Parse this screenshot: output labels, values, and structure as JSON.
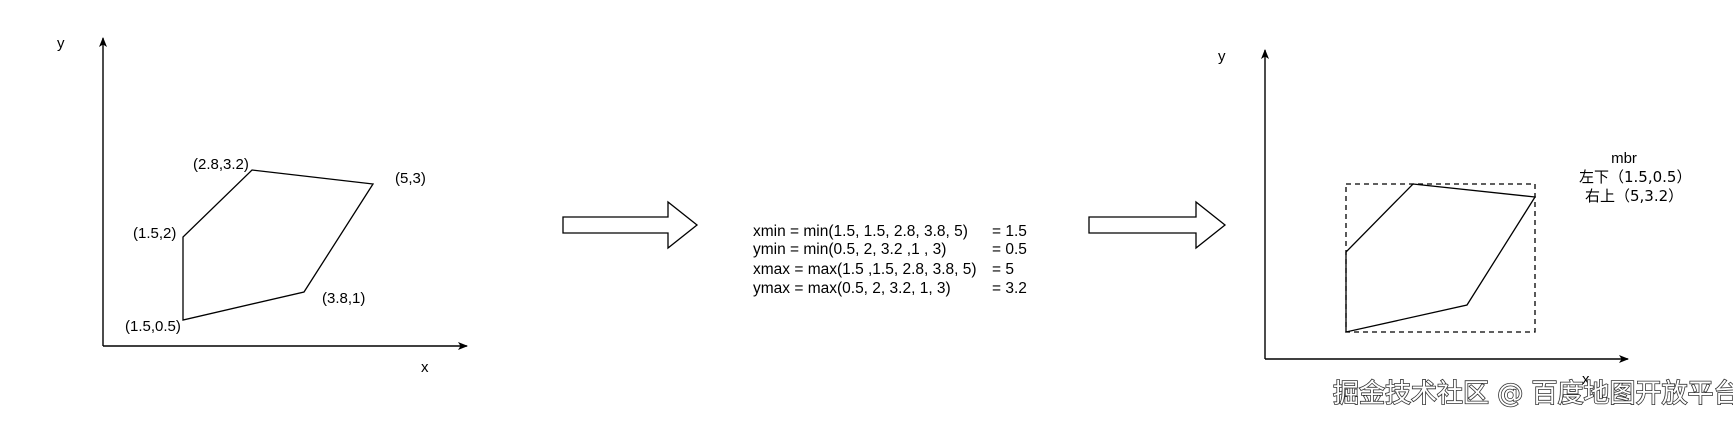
{
  "left_plot": {
    "y_axis_label": "y",
    "x_axis_label": "x",
    "point_labels": [
      "(2.8,3.2)",
      "(5,3)",
      "(1.5,2)",
      "(3.8,1)",
      "(1.5,0.5)"
    ]
  },
  "calculation": {
    "lines": [
      {
        "expr": "xmin = min(1.5, 1.5, 2.8, 3.8, 5)",
        "result": "= 1.5"
      },
      {
        "expr": "ymin = min(0.5, 2, 3.2 ,1 , 3)",
        "result": "= 0.5"
      },
      {
        "expr": "xmax = max(1.5 ,1.5, 2.8, 3.8, 5)",
        "result": "= 5"
      },
      {
        "expr": "ymax = max(0.5, 2, 3.2, 1, 3)",
        "result": "= 3.2"
      }
    ]
  },
  "right_plot": {
    "y_axis_label": "y",
    "x_axis_label": "x",
    "mbr_title": "mbr",
    "bottom_left": "左下（1.5,0.5）",
    "top_right": "右上（5,3.2）"
  },
  "watermark": "掘金技术社区 @ 百度地图开放平台"
}
